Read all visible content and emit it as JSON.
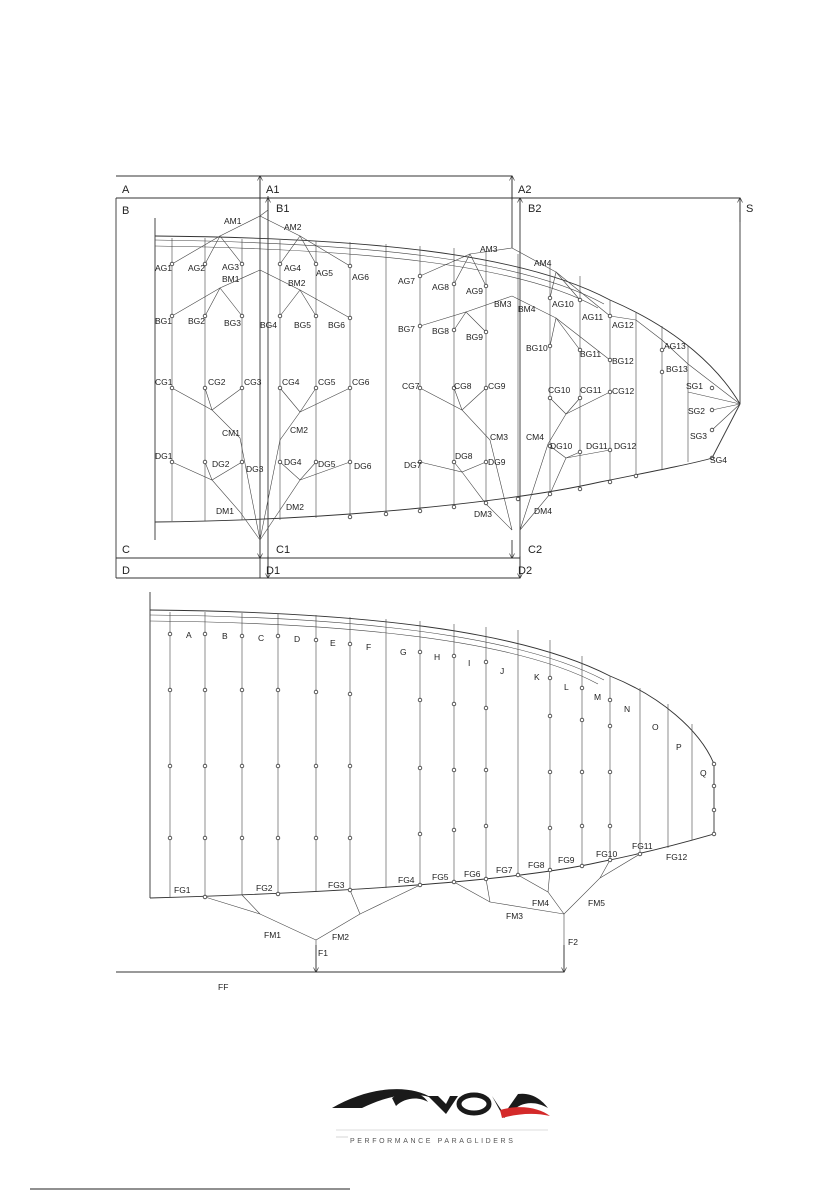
{
  "upper_plan": {
    "levels": [
      "A",
      "B",
      "C",
      "D"
    ],
    "riser_refs": [
      "A1",
      "A2",
      "B1",
      "B2",
      "C1",
      "C2",
      "D1",
      "D2",
      "S"
    ],
    "a_labels": [
      "AM1",
      "AM2",
      "AG1",
      "AG2",
      "AG3",
      "AG4",
      "AG5",
      "AG6",
      "AM3",
      "AM4",
      "AG7",
      "AG8",
      "AG9",
      "AG10",
      "AG11",
      "AG12",
      "AG13"
    ],
    "b_labels": [
      "BM1",
      "BM2",
      "BG1",
      "BG2",
      "BG3",
      "BG4",
      "BG5",
      "BG6",
      "BM3",
      "BM4",
      "BG7",
      "BG8",
      "BG9",
      "BG10",
      "BG11",
      "BG12",
      "BG13"
    ],
    "c_labels": [
      "CM1",
      "CM2",
      "CG1",
      "CG2",
      "CG3",
      "CG4",
      "CG5",
      "CG6",
      "CM3",
      "CM4",
      "CG7",
      "CG8",
      "CG9",
      "CG10",
      "CG11",
      "CG12"
    ],
    "d_labels": [
      "DM1",
      "DM2",
      "DG1",
      "DG2",
      "DG3",
      "DG4",
      "DG5",
      "DG6",
      "DM3",
      "DM4",
      "DG7",
      "DG8",
      "DG9",
      "DG10",
      "DG11",
      "DG12"
    ],
    "s_labels": [
      "SG1",
      "SG2",
      "SG3",
      "SG4"
    ]
  },
  "lower_plan": {
    "cells": [
      "A",
      "B",
      "C",
      "D",
      "E",
      "F",
      "G",
      "H",
      "I",
      "J",
      "K",
      "L",
      "M",
      "N",
      "O",
      "P",
      "Q"
    ],
    "f_labels": [
      "FG1",
      "FG2",
      "FG3",
      "FG4",
      "FG5",
      "FG6",
      "FG7",
      "FG8",
      "FG9",
      "FG10",
      "FG11",
      "FG12",
      "FM1",
      "FM2",
      "FM3",
      "FM4",
      "FM5",
      "F1",
      "F2",
      "FF"
    ]
  },
  "logo": {
    "tagline": "PERFORMANCE PARAGLIDERS",
    "colors": {
      "dark": "#1a1a1a",
      "accent": "#d42a2a"
    }
  }
}
